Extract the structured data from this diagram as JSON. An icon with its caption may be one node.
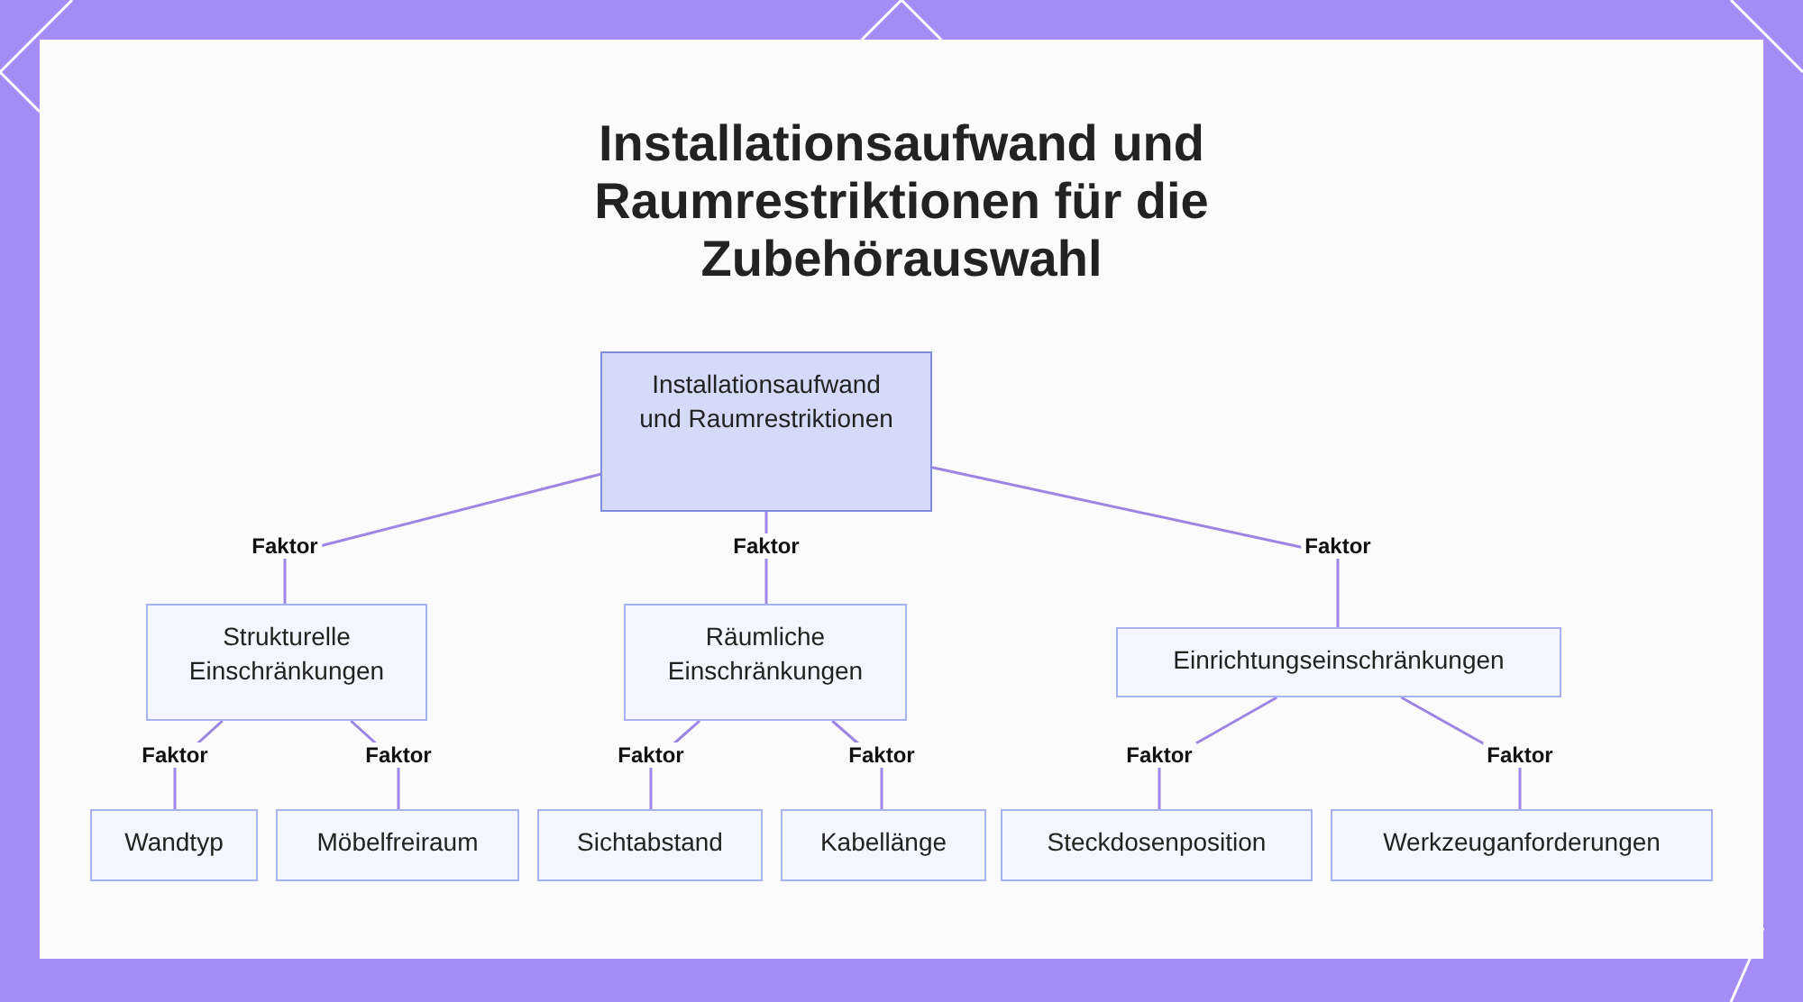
{
  "diagram": {
    "title": "Installationsaufwand und Raumrestriktionen für die Zubehörauswahl",
    "nodes": [
      {
        "text": [
          "Installationsaufwand und Raumrestriktionen"
        ]
      },
      {
        "text": [
          "Strukturelle Einschränkungen"
        ]
      },
      {
        "text": [
          "Räumliche Einschränkungen"
        ]
      },
      {
        "text": [
          "Einrichtungseinschränkungen"
        ]
      },
      {
        "text": [
          "Wandtyp"
        ]
      },
      {
        "text": [
          "Möbelfreiraum"
        ]
      },
      {
        "text": [
          "Sichtabstand"
        ]
      },
      {
        "text": [
          "Kabellänge"
        ]
      },
      {
        "text": [
          "Steckdosenposition"
        ]
      },
      {
        "text": [
          "Werkzeuganforderungen"
        ]
      }
    ],
    "edges": [
      {
        "from": 0,
        "to": 1,
        "arrow": "none",
        "label": "Faktor"
      },
      {
        "from": 0,
        "to": 2,
        "arrow": "none",
        "label": "Faktor"
      },
      {
        "from": 0,
        "to": 3,
        "arrow": "none",
        "label": "Faktor"
      },
      {
        "from": 1,
        "to": 4,
        "arrow": "none",
        "label": "Faktor"
      },
      {
        "from": 1,
        "to": 5,
        "arrow": "none",
        "label": "Faktor"
      },
      {
        "from": 2,
        "to": 6,
        "arrow": "none",
        "label": "Faktor"
      },
      {
        "from": 2,
        "to": 7,
        "arrow": "none",
        "label": "Faktor"
      },
      {
        "from": 3,
        "to": 8,
        "arrow": "none",
        "label": "Faktor"
      },
      {
        "from": 3,
        "to": 9,
        "arrow": "none",
        "label": "Faktor"
      }
    ]
  }
}
